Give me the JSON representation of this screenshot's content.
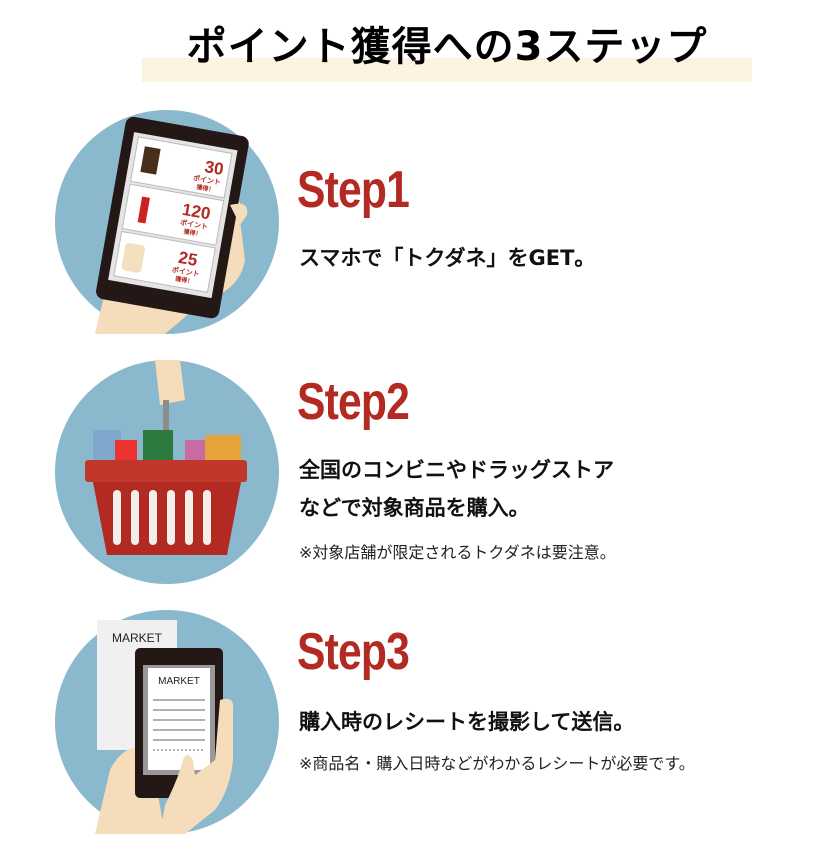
{
  "title": "ポイント獲得への3ステップ",
  "colors": {
    "accent_red": "#b22a22",
    "circle_blue": "#8ab8cc",
    "title_highlight": "#fdf3e1"
  },
  "steps": [
    {
      "label": "Step1",
      "lines": [
        "スマホで「トクダネ」をGET。"
      ],
      "note": "",
      "illustration": {
        "name": "phone-coupons-icon",
        "coupons": [
          {
            "points": "30",
            "caption1": "ポイント",
            "caption2": "獲得！"
          },
          {
            "points": "120",
            "caption1": "ポイント",
            "caption2": "獲得！"
          },
          {
            "points": "25",
            "caption1": "ポイント",
            "caption2": "獲得！"
          }
        ]
      }
    },
    {
      "label": "Step2",
      "lines": [
        "全国のコンビニやドラッグストア",
        "などで対象商品を購入。"
      ],
      "note": "※対象店舗が限定されるトクダネは要注意。",
      "illustration": {
        "name": "shopping-basket-icon"
      }
    },
    {
      "label": "Step3",
      "lines": [
        "購入時のレシートを撮影して送信。"
      ],
      "note": "※商品名・購入日時などがわかるレシートが必要です。",
      "illustration": {
        "name": "receipt-photo-icon",
        "receipt_title": "MARKET"
      }
    }
  ]
}
